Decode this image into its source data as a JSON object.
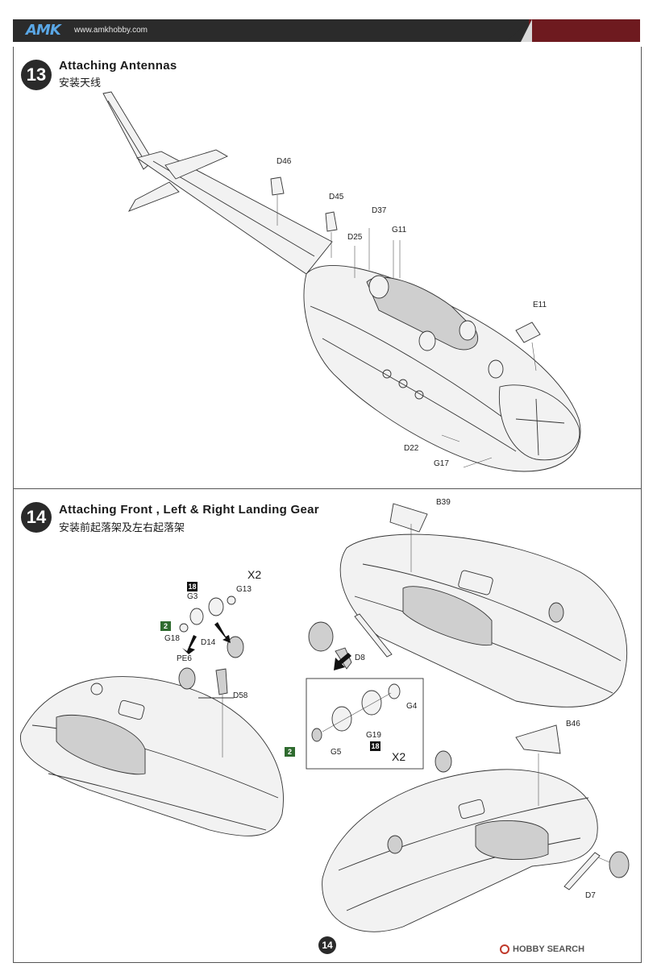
{
  "header": {
    "logo": "AMK",
    "site": "www.amkhobby.com"
  },
  "step13": {
    "number": "13",
    "title": "Attaching Antennas",
    "title_cn": "安装天线",
    "parts": {
      "d46": "D46",
      "d45": "D45",
      "d37": "D37",
      "d25": "D25",
      "g11": "G11",
      "e11": "E11",
      "d22": "D22",
      "g17": "G17"
    }
  },
  "step14": {
    "number": "14",
    "title": "Attaching Front , Left & Right Landing Gear",
    "title_cn": "安装前起落架及左右起落架",
    "parts": {
      "b39": "B39",
      "b46": "B46",
      "d14": "D14",
      "d58": "D58",
      "d8": "D8",
      "d7": "D7",
      "g3": "G3",
      "g13": "G13",
      "g18": "G18",
      "pe6": "PE6",
      "g4": "G4",
      "g19": "G19",
      "g5": "G5"
    },
    "badges": {
      "sprue18_top": "18",
      "sprue2_top": "2",
      "sprue2_mid": "2",
      "sprue18_mid": "18"
    },
    "multipliers": {
      "top": "X2",
      "mid": "X2"
    }
  },
  "footer": {
    "page": "14",
    "watermark": "HOBBY SEARCH"
  }
}
